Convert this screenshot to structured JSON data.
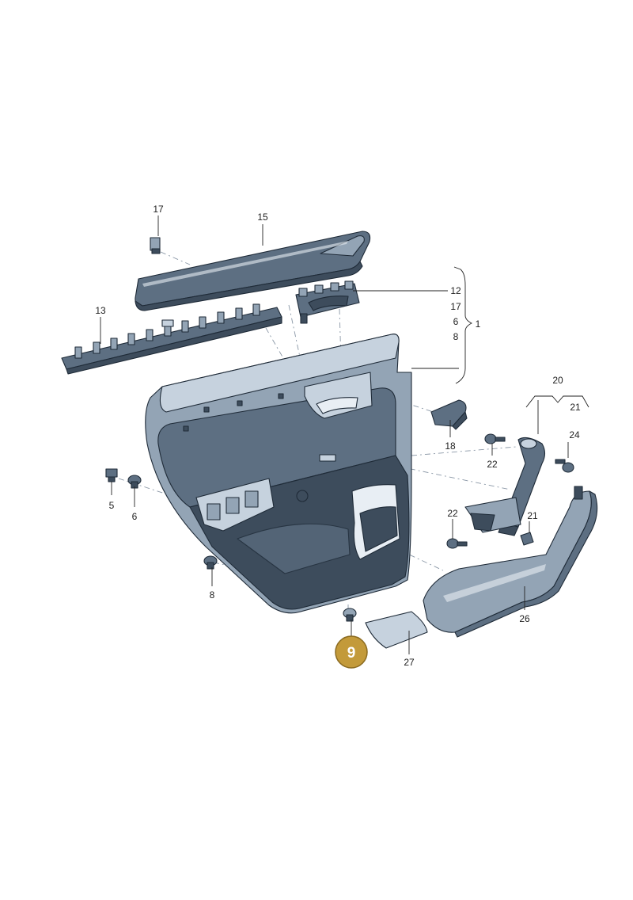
{
  "diagram": {
    "highlight_color": "#c39a3a",
    "part_color": "#5d6f82",
    "callouts": [
      {
        "id": "c17a",
        "label": "17"
      },
      {
        "id": "c15",
        "label": "15"
      },
      {
        "id": "c13",
        "label": "13"
      },
      {
        "id": "c12",
        "label": "12"
      },
      {
        "id": "c17b",
        "label": "17"
      },
      {
        "id": "c6a",
        "label": "6"
      },
      {
        "id": "c8a",
        "label": "8"
      },
      {
        "id": "c1",
        "label": "1"
      },
      {
        "id": "c20",
        "label": "20"
      },
      {
        "id": "c21a",
        "label": "21"
      },
      {
        "id": "c24",
        "label": "24"
      },
      {
        "id": "c18",
        "label": "18"
      },
      {
        "id": "c22a",
        "label": "22"
      },
      {
        "id": "c5",
        "label": "5"
      },
      {
        "id": "c6b",
        "label": "6"
      },
      {
        "id": "c22b",
        "label": "22"
      },
      {
        "id": "c21b",
        "label": "21"
      },
      {
        "id": "c8b",
        "label": "8"
      },
      {
        "id": "c26",
        "label": "26"
      },
      {
        "id": "c27",
        "label": "27"
      }
    ],
    "highlighted_callout": {
      "label": "9"
    }
  }
}
